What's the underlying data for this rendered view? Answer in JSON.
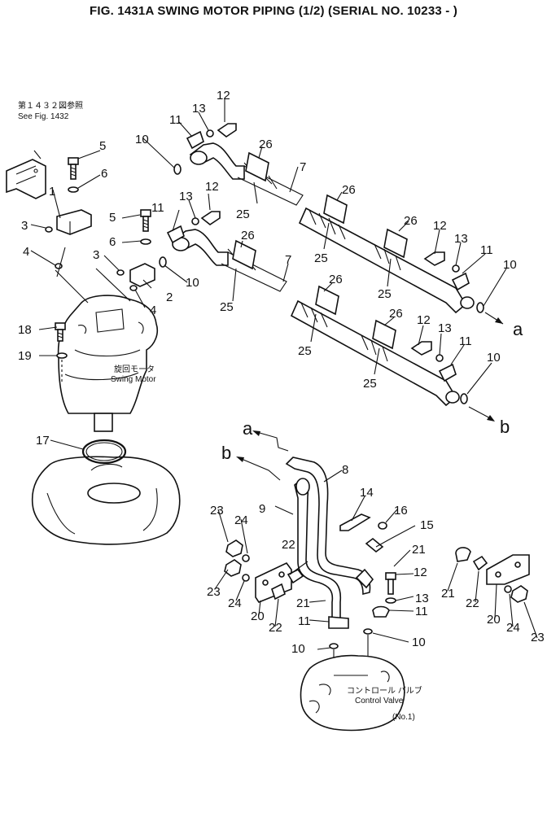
{
  "title": "FIG. 1431A  SWING MOTOR PIPING (1/2) (SERIAL NO. 10233 - )",
  "notes": {
    "see_fig_jp": "第１４３２図参照",
    "see_fig_en": "See Fig. 1432",
    "swing_motor_jp": "旋回モータ",
    "swing_motor_en": "Swing Motor",
    "control_valve_jp": "コントロール バルブ",
    "control_valve_en": "Control Valve",
    "control_valve_no": "(No.1)"
  },
  "refs": {
    "a": "a",
    "b": "b"
  },
  "callouts": [
    "1",
    "2",
    "3",
    "3",
    "4",
    "4",
    "5",
    "5",
    "6",
    "6",
    "7",
    "7",
    "8",
    "9",
    "10",
    "10",
    "10",
    "10",
    "10",
    "10",
    "11",
    "11",
    "11",
    "11",
    "11",
    "11",
    "12",
    "12",
    "12",
    "12",
    "12",
    "13",
    "13",
    "13",
    "13",
    "13",
    "14",
    "15",
    "16",
    "17",
    "18",
    "19",
    "20",
    "20",
    "21",
    "21",
    "21",
    "22",
    "22",
    "22",
    "23",
    "23",
    "23",
    "24",
    "24",
    "24",
    "25",
    "25",
    "25",
    "25",
    "25",
    "25",
    "26",
    "26",
    "26",
    "26",
    "26",
    "26"
  ]
}
